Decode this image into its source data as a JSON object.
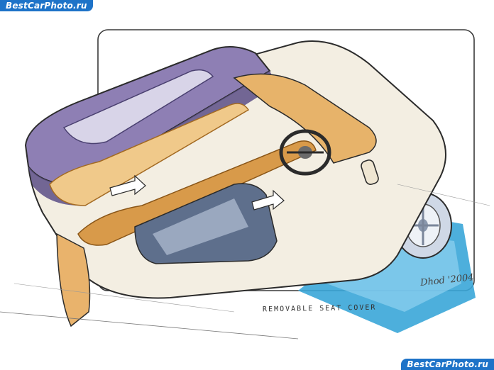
{
  "watermark": {
    "top": "BestCarPhoto.ru",
    "bottom": "BestCarPhoto.ru"
  },
  "sketch": {
    "caption": "REMOVABLE SEAT COVER",
    "signature": "Dhod '2004",
    "colors": {
      "roof_purple": "#8e7fb4",
      "roof_shadow": "#5a4d86",
      "accent_orange": "#d89a4a",
      "accent_light": "#f0c98a",
      "floor_blue": "#3aa6d8",
      "body_cream": "#f3eee2",
      "ink": "#2b2b2b",
      "watermark_blue": "#1e73c8"
    }
  }
}
